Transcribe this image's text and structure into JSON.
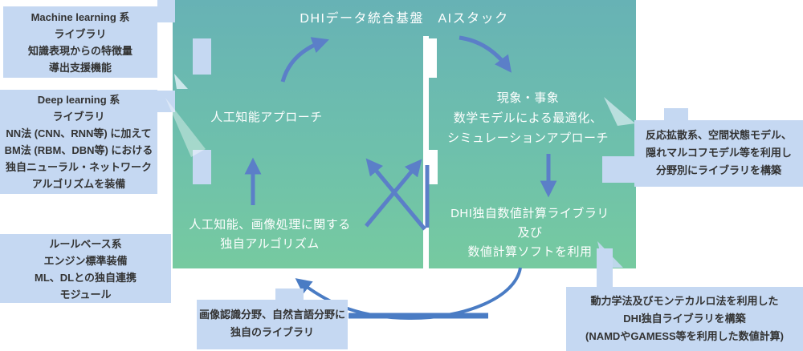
{
  "colors": {
    "panel_gradient_top": "#67b2b5",
    "panel_gradient_bottom": "#76caa0",
    "callout_bg": "#c5d8f2",
    "callout_text": "#333333",
    "arrow_blue": "#5b7fc8",
    "arc_blue": "#4a7cc4",
    "panel_text": "#ffffff",
    "divider": "#ffffff"
  },
  "diagram": {
    "title": "DHIデータ統合基盤　AIスタック",
    "left_panel": {
      "approach": "人工知能アプローチ",
      "algorithms": "人工知能、画像処理に関する\n独自アルゴリズム"
    },
    "right_panel": {
      "phenomena": "現象・事象\n数学モデルによる最適化、\nシミュレーションアプローチ",
      "numeric_library": "DHI独自数値計算ライブラリ\n及び\n数値計算ソフトを利用"
    }
  },
  "callouts": {
    "machine_learning": "Machine learning 系\nライブラリ\n知識表現からの特徴量\n導出支援機能",
    "deep_learning": "Deep learning 系\nライブラリ\nNN法 (CNN、RNN等) に加えて\nBM法 (RBM、DBN等) における\n独自ニューラル・ネットワーク\nアルゴリズムを装備",
    "rule_base": "ルールベース系\nエンジン標準装備\nML、DLとの独自連携\nモジュール",
    "image_recognition": "画像認識分野、自然言語分野に\n独自のライブラリ",
    "reaction_diffusion": "反応拡散系、空間状態モデル、\n隠れマルコフモデル等を利用し\n分野別にライブラリを構築",
    "dynamics": "動力学法及びモンテカルロ法を利用した\nDHI独自ライブラリを構築\n(NAMDやGAMESS等を利用した数値計算)"
  }
}
